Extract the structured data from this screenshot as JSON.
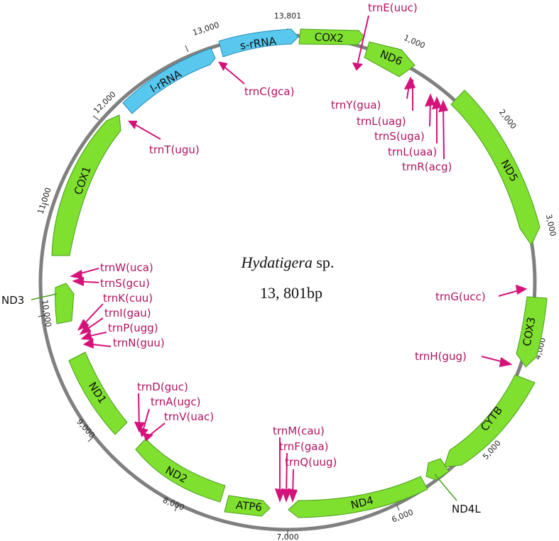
{
  "title": {
    "species": "Hydatigera",
    "suffix": " sp.",
    "length": "13, 801bp"
  },
  "colors": {
    "protein": "#7fe02f",
    "rrna": "#58c8ef",
    "trna": "#d4137a",
    "ring": "#808080",
    "callout": "#4a9e1e"
  },
  "ticks": [
    "13,801",
    "1,000",
    "2,000",
    "3,000",
    "4,000",
    "5,000",
    "6,000",
    "7,000",
    "8,000",
    "9,000",
    "10,000",
    "11,000",
    "12,000",
    "13,000"
  ],
  "genes": [
    {
      "name": "COX2",
      "type": "protein"
    },
    {
      "name": "ND6",
      "type": "protein"
    },
    {
      "name": "ND5",
      "type": "protein"
    },
    {
      "name": "COX3",
      "type": "protein"
    },
    {
      "name": "CYTB",
      "type": "protein"
    },
    {
      "name": "ND4L",
      "type": "protein"
    },
    {
      "name": "ND4",
      "type": "protein"
    },
    {
      "name": "ATP6",
      "type": "protein"
    },
    {
      "name": "ND2",
      "type": "protein"
    },
    {
      "name": "ND1",
      "type": "protein"
    },
    {
      "name": "ND3",
      "type": "protein"
    },
    {
      "name": "COX1",
      "type": "protein"
    },
    {
      "name": "l-rRNA",
      "type": "rrna"
    },
    {
      "name": "s-rRNA",
      "type": "rrna"
    }
  ],
  "trnas": [
    "trnE(uuc)",
    "trnY(gua)",
    "trnL(uag)",
    "trnS(uga)",
    "trnL(uaa)",
    "trnR(acg)",
    "trnG(ucc)",
    "trnH(gug)",
    "trnM(cau)",
    "trnF(gaa)",
    "trnQ(uug)",
    "trnD(guc)",
    "trnA(ugc)",
    "trnV(uac)",
    "trnW(uca)",
    "trnS(gcu)",
    "trnK(cuu)",
    "trnI(gau)",
    "trnP(ugg)",
    "trnN(guu)",
    "trnT(ugu)",
    "trnC(gca)"
  ]
}
